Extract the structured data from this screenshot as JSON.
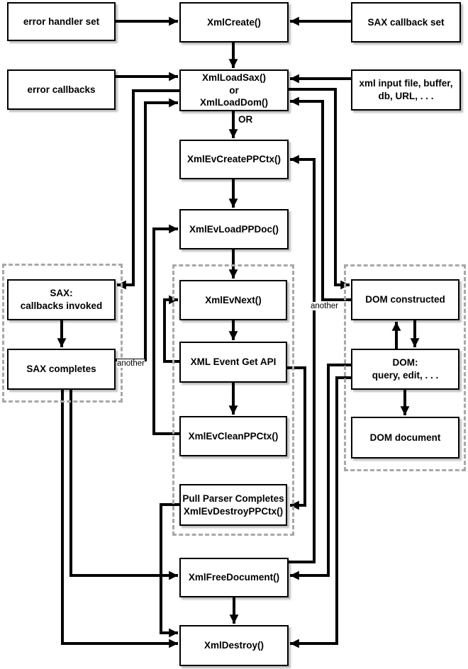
{
  "diagram": {
    "nodes": {
      "error_handler_set": {
        "label": "error handler set"
      },
      "xml_create": {
        "label": "XmlCreate()"
      },
      "sax_callback_set": {
        "label": "SAX callback set"
      },
      "error_callbacks": {
        "label": "error callbacks"
      },
      "xml_load": {
        "label": "XmlLoadSax()\nor\nXmlLoadDom()"
      },
      "xml_input": {
        "label": "xml input file, buffer,\ndb, URL, . . ."
      },
      "xml_ev_create_ppctx": {
        "label": "XmlEvCreatePPCtx()"
      },
      "xml_ev_load_ppdoc": {
        "label": "XmlEvLoadPPDoc()"
      },
      "sax_callbacks_invoked": {
        "label": "SAX:\ncallbacks invoked"
      },
      "sax_completes": {
        "label": "SAX completes"
      },
      "xml_ev_next": {
        "label": "XmlEvNext()"
      },
      "xml_event_get_api": {
        "label": "XML Event Get API"
      },
      "xml_ev_clean_ppctx": {
        "label": "XmlEvCleanPPCtx()"
      },
      "pull_parser_completes": {
        "label": "Pull Parser Completes\nXmlEvDestroyPPCtx()"
      },
      "dom_constructed": {
        "label": "DOM constructed"
      },
      "dom_query_edit": {
        "label": "DOM:\nquery, edit, . . ."
      },
      "dom_document": {
        "label": "DOM document"
      },
      "xml_free_document": {
        "label": "XmlFreeDocument()"
      },
      "xml_destroy": {
        "label": "XmlDestroy()"
      }
    },
    "edge_labels": {
      "or": "OR",
      "another_left": "another",
      "another_right": "another"
    },
    "colors": {
      "line": "#000000",
      "box_border": "#000000",
      "dashed_border": "#a8a8a8",
      "background": "#ffffff"
    }
  }
}
